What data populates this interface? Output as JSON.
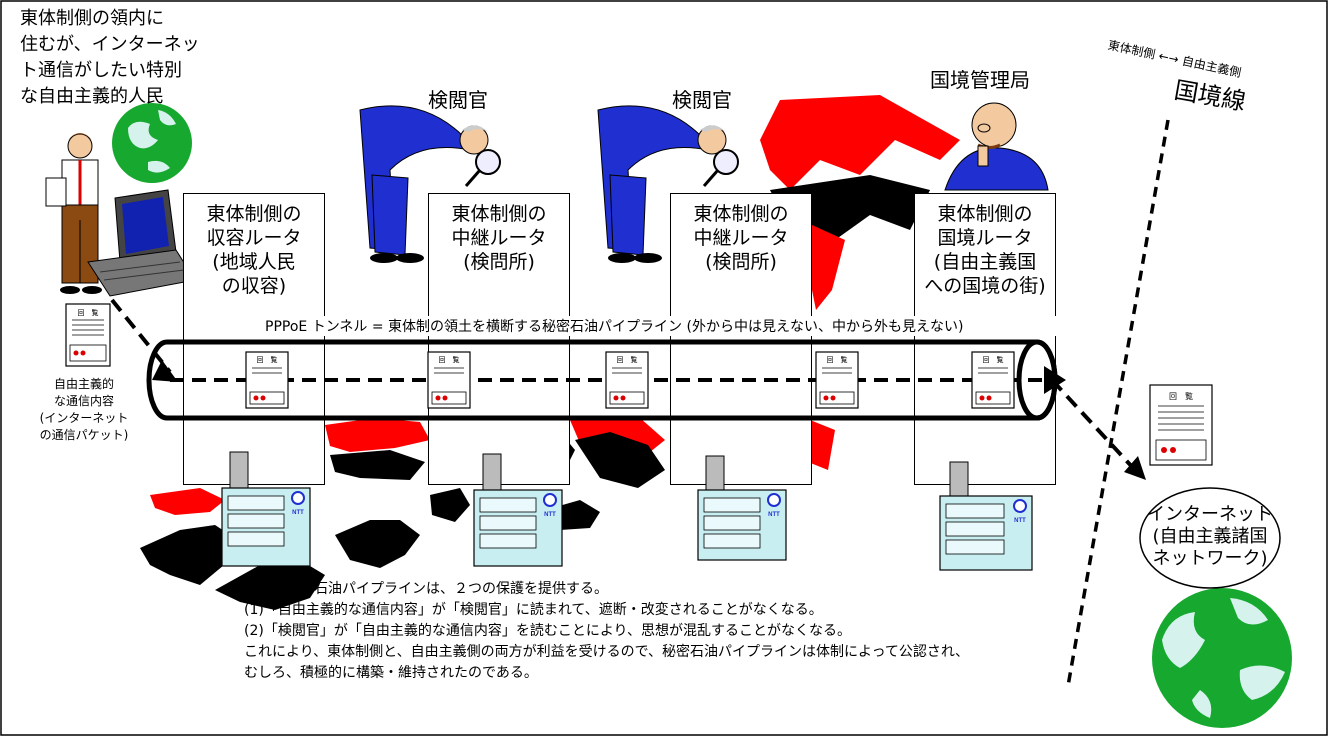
{
  "citizen": {
    "label": "東体制側の領内に\n住むが、インターネッ\nト通信がしたい特別\nな自由主義的人民"
  },
  "packet_label": "自由主義的\nな通信内容\n(インターネット\nの通信パケット)",
  "packet_doc_title": "回　覧",
  "people": {
    "censor_1": "検閲官",
    "censor_2": "検閲官",
    "border_bureau": "国境管理局"
  },
  "border_line": {
    "subtitle": "東体制側 ←→ 自由主義側",
    "title": "国境線"
  },
  "routers": [
    {
      "label": "東体制側の\n収容ルータ\n(地域人民\nの収容)"
    },
    {
      "label": "東体制側の\n中継ルータ\n(検問所)"
    },
    {
      "label": "東体制側の\n中継ルータ\n(検問所)"
    },
    {
      "label": "東体制側の\n国境ルータ\n(自由主義国\nへの国境の街)"
    }
  ],
  "equipment_badge": "NTT",
  "tunnel_caption": "PPPoE トンネル = 東体制の領土を横断する秘密石油パイプライン (外から中は見えない、中から外も見えない)",
  "internet": {
    "label": "インターネット\n(自由主義諸国\nネットワーク)"
  },
  "explanation": {
    "line1": "上記の秘密石油パイプラインは、２つの保護を提供する。",
    "line2": "(1)「自由主義的な通信内容」が「検閲官」に読まれて、遮断・改変されることがなくなる。",
    "line3": "(2)「検閲官」が「自由主義的な通信内容」を読むことにより、思想が混乱することがなくなる。",
    "line4": "これにより、東体制側と、自由主義側の両方が利益を受けるので、秘密石油パイプラインは体制によって公認され、",
    "line5": "むしろ、積極的に構築・維持されたのである。"
  },
  "colors": {
    "territory_red": "#ff0000",
    "territory_black": "#000000",
    "globe_green": "#16a82f",
    "globe_water": "#d5f2ec",
    "suit_blue": "#1f2fd0",
    "equipment_cyan": "#c9eef2"
  }
}
